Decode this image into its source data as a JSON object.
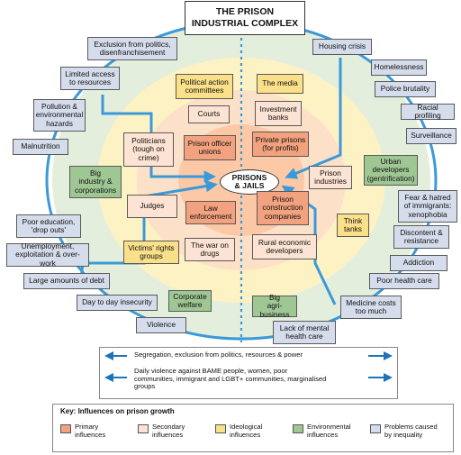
{
  "title": "THE PRISON\nINDUSTRIAL COMPLEX",
  "center": "PRISONS\n& JAILS",
  "colors": {
    "primary": "#f2a27e",
    "secondary": "#fce3d3",
    "ideological": "#fbe08a",
    "environmental": "#9fc794",
    "inequality": "#d5dcec",
    "arrow": "#3a9ad9"
  },
  "influences": {
    "political_action_committees": "Political action\ncommittees",
    "the_media": "The media",
    "courts": "Courts",
    "investment_banks": "Investment\nbanks",
    "politicians": "Politicians\n(tough on\ncrime)",
    "prison_officer_unions": "Prison officer\nunions",
    "private_prisons": "Private prisons\n(for profits)",
    "big_industry": "Big\nindustry &\ncorporations",
    "prison_industries": "Prison\nindustries",
    "urban_developers": "Urban\ndevelopers\n(gentrification)",
    "judges": "Judges",
    "law_enforcement": "Law\nenforcement",
    "prison_construction": "Prison\nconstruction\ncompanies",
    "think_tanks": "Think\ntanks",
    "victims_rights_groups": "Victims' rights\ngroups",
    "war_on_drugs": "The war on\ndrugs",
    "rural_economic_developers": "Rural economic\ndevelopers",
    "corporate_welfare": "Corporate\nwelfare",
    "big_agri_business": "Big\nagri-business"
  },
  "inequality_problems": {
    "exclusion_from_politics": "Exclusion from politics,\ndisenfranchisement",
    "housing_crisis": "Housing crisis",
    "limited_access": "Limited access\nto resources",
    "homelessness": "Homelessness",
    "pollution": "Pollution &\nenvironmental\nhazards",
    "police_brutality": "Police brutality",
    "racial_profiling": "Racial profiling",
    "malnutrition": "Malnutrition",
    "surveillance": "Surveillance",
    "fear_hatred": "Fear & hatred\nof immigrants:\nxenophobia",
    "poor_education": "Poor education,\n'drop outs'",
    "discontent": "Discontent &\nresistance",
    "unemployment": "Unemployment,\nexploitation & over-work",
    "addiction": "Addiction",
    "large_debt": "Large amounts of debt",
    "poor_health_care": "Poor health care",
    "day_to_day_insecurity": "Day to day insecurity",
    "medicine_costs": "Medicine costs\ntoo much",
    "violence": "Violence",
    "lack_of_mental_health": "Lack of mental\nhealth care"
  },
  "arrows_panel": {
    "segregation": "Segregation, exclusion from politics, resources & power",
    "daily_violence": "Daily violence against BAME people, women, poor\ncommunities, immigrant and LGBT+ communities, marginalised\ngroups"
  },
  "key": {
    "title": "Key: Influences on prison growth",
    "primary": "Primary\ninfluences",
    "secondary": "Secondary\ninfluences",
    "ideological": "Ideological\ninfluences",
    "environmental": "Environmental\ninfluences",
    "inequality": "Problems caused\nby inequality"
  }
}
